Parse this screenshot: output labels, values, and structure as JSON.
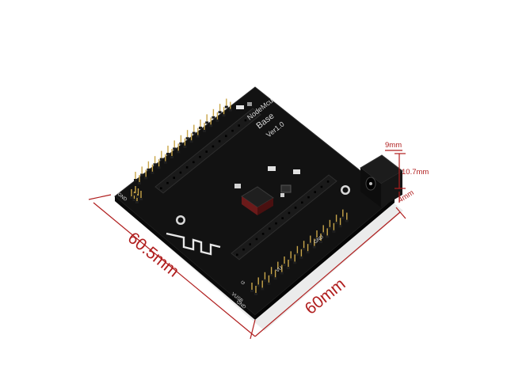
{
  "product": {
    "board_name": "NodeMcu",
    "board_sub": "Base",
    "board_ver": "Ver1.0"
  },
  "dimensions": {
    "width": "60mm",
    "depth": "60.5mm",
    "jack_top": "9mm",
    "jack_height": "10.7mm",
    "jack_offset": "4mm"
  },
  "silkscreen": {
    "gnd_left": "GND",
    "gnd_mid": "GND",
    "gnd_bottom": "GND",
    "vusb": "VUSB",
    "vu": "VU",
    "g": "G"
  },
  "colors": {
    "dimension_line": "#b01e1e",
    "pcb": "#121212",
    "header": "#1a1a1a",
    "pin": "#c9a64a"
  }
}
